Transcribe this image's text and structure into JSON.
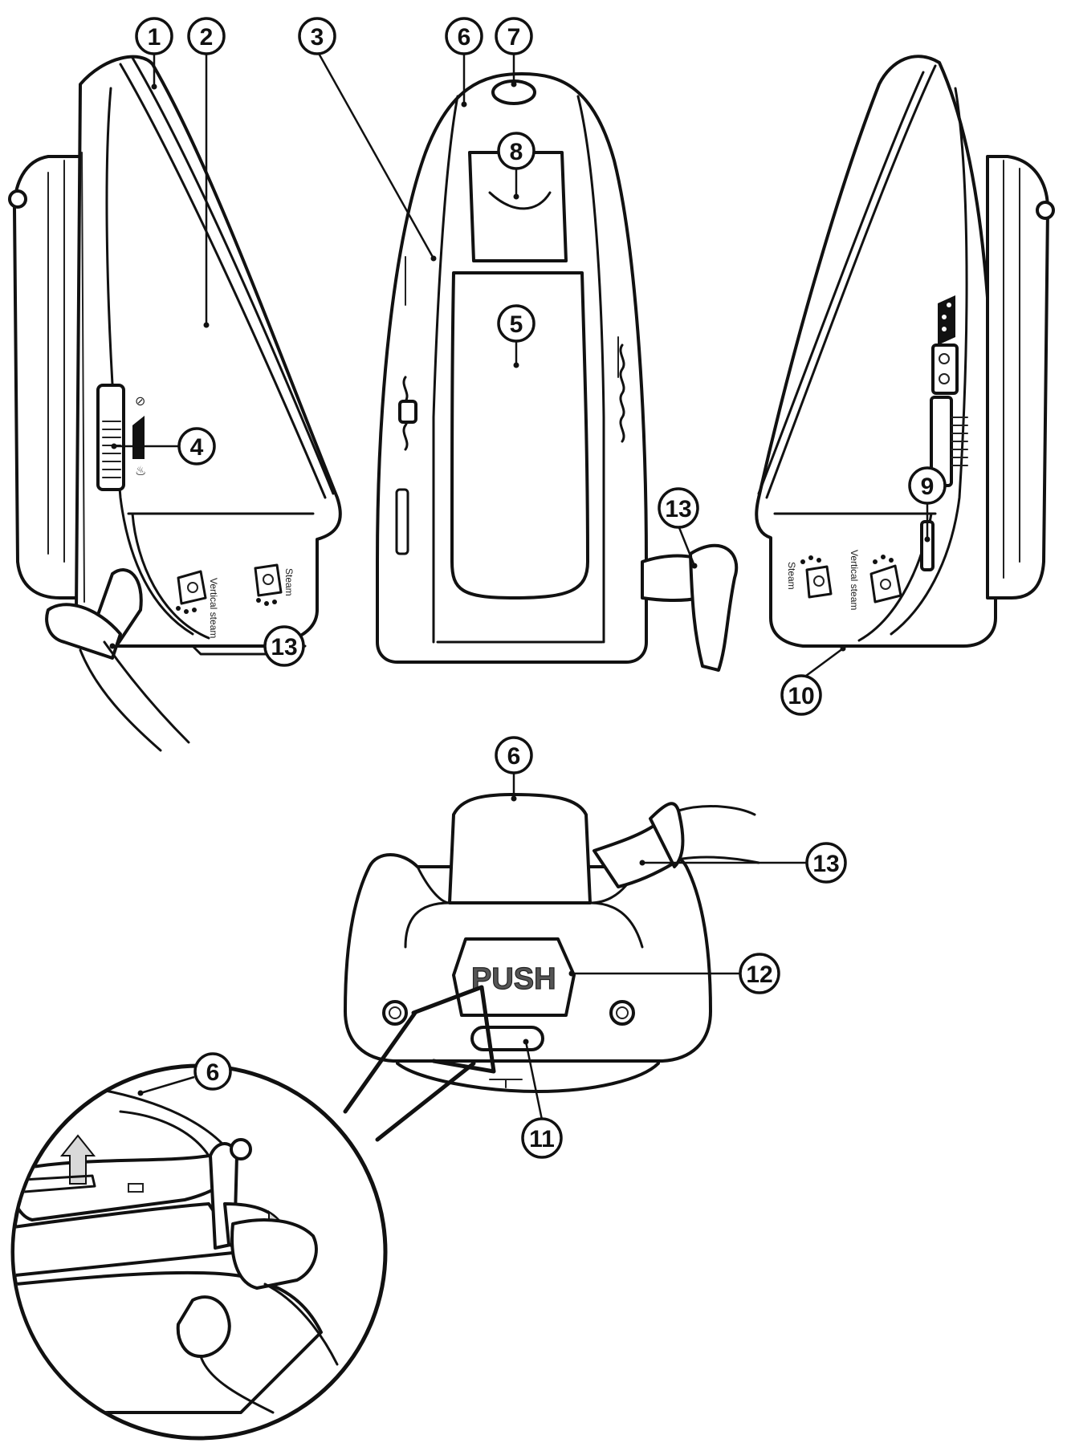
{
  "callouts": {
    "c1": "1",
    "c2": "2",
    "c3": "3",
    "c4": "4",
    "c5": "5",
    "c6a": "6",
    "c7": "7",
    "c8": "8",
    "c9": "9",
    "c10": "10",
    "c11": "11",
    "c12": "12",
    "c13a": "13",
    "c13b": "13",
    "c6b": "6",
    "c13c": "13",
    "c6c": "6"
  },
  "printed_text": {
    "push_label": "PUSH",
    "left_icon_1": "Vertical steam",
    "left_icon_2": "Steam",
    "right_icon_1": "Steam",
    "right_icon_2": "Vertical steam"
  }
}
